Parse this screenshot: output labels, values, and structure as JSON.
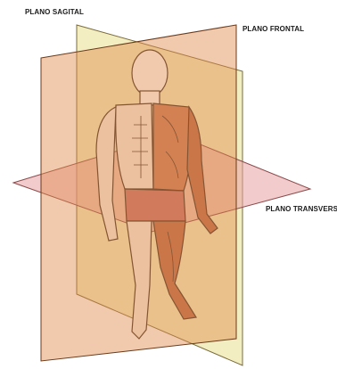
{
  "labels": {
    "sagittal": "PLANO SAGITAL",
    "frontal": "PLANO FRONTAL",
    "transverse": "PLANO TRANSVERS"
  },
  "colors": {
    "sagittal_plane": "#e8dfa0",
    "frontal_plane": "#e08a4a",
    "transverse_plane": "#e39aa0",
    "outline": "#5a3a2a",
    "muscle_fill": "#c97a5a"
  }
}
